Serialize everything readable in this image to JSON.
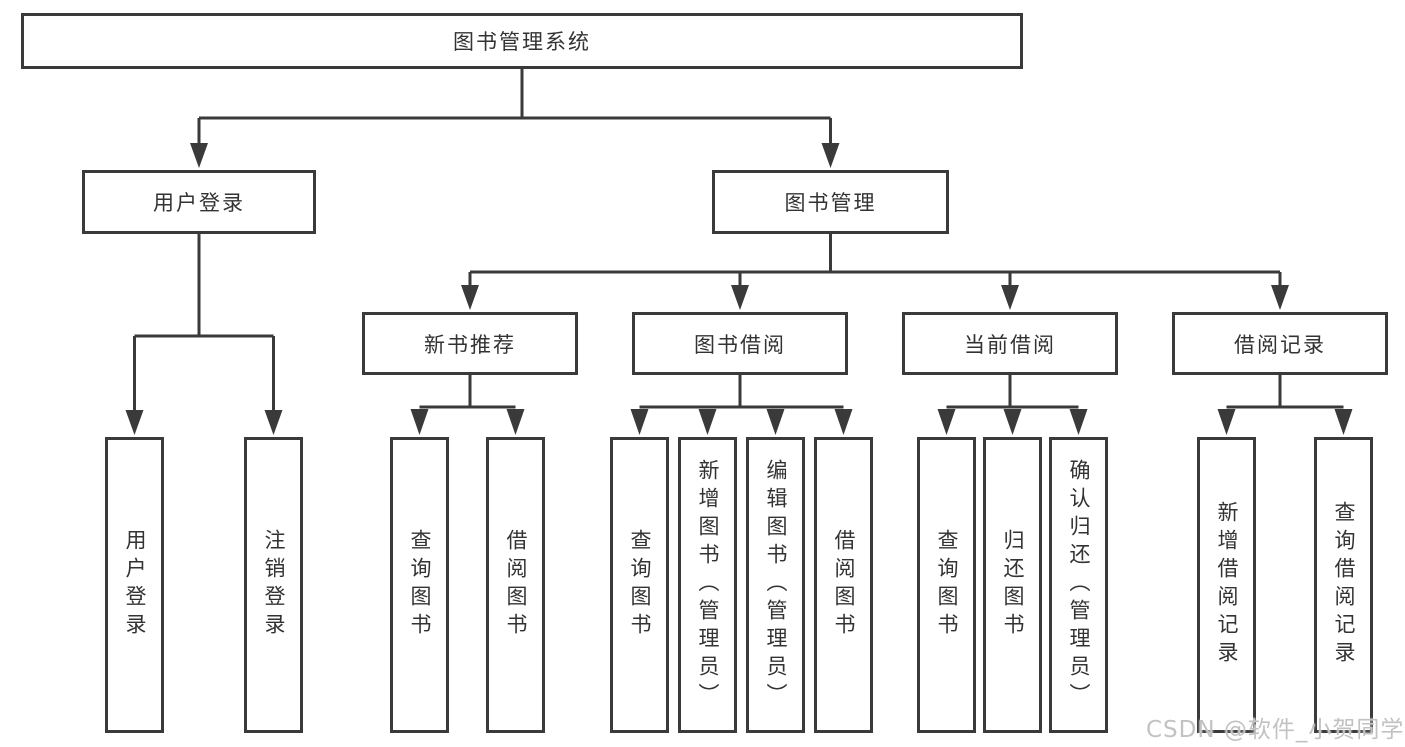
{
  "diagram": {
    "root": {
      "label": "图书管理系统",
      "children": [
        {
          "label": "用户登录",
          "children": [
            {
              "label": "用户登录"
            },
            {
              "label": "注销登录"
            }
          ]
        },
        {
          "label": "图书管理",
          "children": [
            {
              "label": "新书推荐",
              "children": [
                {
                  "label": "查询图书"
                },
                {
                  "label": "借阅图书"
                }
              ]
            },
            {
              "label": "图书借阅",
              "children": [
                {
                  "label": "查询图书"
                },
                {
                  "label": "新增图书（管理员）"
                },
                {
                  "label": "编辑图书（管理员）"
                },
                {
                  "label": "借阅图书"
                }
              ]
            },
            {
              "label": "当前借阅",
              "children": [
                {
                  "label": "查询图书"
                },
                {
                  "label": "归还图书"
                },
                {
                  "label": "确认归还（管理员）"
                }
              ]
            },
            {
              "label": "借阅记录",
              "children": [
                {
                  "label": "新增借阅记录"
                },
                {
                  "label": "查询借阅记录"
                }
              ]
            }
          ]
        }
      ]
    }
  },
  "watermark": {
    "text": "CSDN @软件_小贺同学"
  },
  "colors": {
    "line": "#3a3a3a",
    "text": "#333333",
    "watermark": "#c2c2c2",
    "background": "#ffffff"
  }
}
